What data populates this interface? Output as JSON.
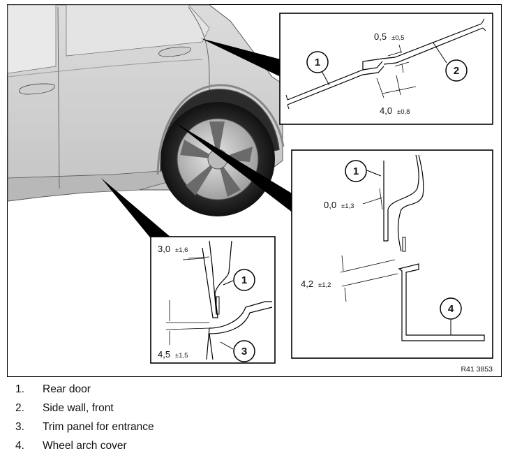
{
  "diagram": {
    "reference_code": "R41 3853",
    "insets": {
      "top_right": {
        "callouts": [
          "1",
          "2"
        ],
        "dimensions": [
          {
            "value": "0,5",
            "tolerance": "±0,5"
          },
          {
            "value": "4,0",
            "tolerance": "±0,8"
          }
        ]
      },
      "middle_right": {
        "callouts": [
          "1",
          "4"
        ],
        "dimensions": [
          {
            "value": "0,0",
            "tolerance": "±1,3"
          },
          {
            "value": "4,2",
            "tolerance": "±1,2"
          }
        ]
      },
      "bottom_center": {
        "callouts": [
          "1",
          "3"
        ],
        "dimensions": [
          {
            "value": "3,0",
            "tolerance": "±1,6"
          },
          {
            "value": "4,5",
            "tolerance": "±1,5"
          }
        ]
      }
    }
  },
  "legend": [
    {
      "number": "1.",
      "label": "Rear door"
    },
    {
      "number": "2.",
      "label": "Side wall, front"
    },
    {
      "number": "3.",
      "label": "Trim panel for entrance"
    },
    {
      "number": "4.",
      "label": "Wheel arch cover"
    }
  ]
}
